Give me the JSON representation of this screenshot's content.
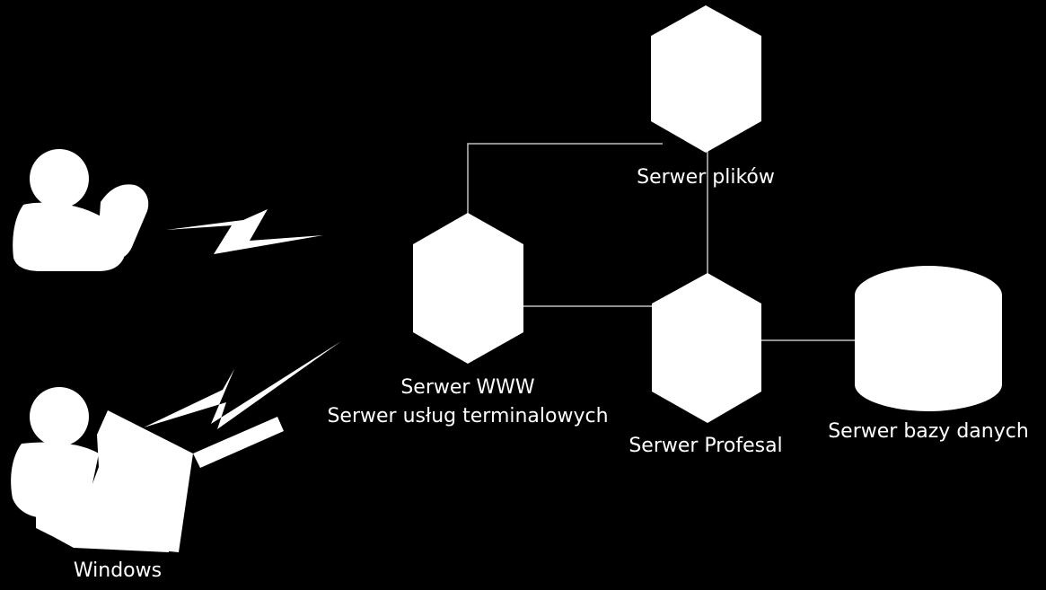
{
  "diagram": {
    "background": "#000000",
    "foreground": "#ffffff",
    "link_color": "#bfbfbf",
    "nodes": {
      "file_server": {
        "label": "Serwer plików",
        "shape": "hexagon"
      },
      "www_server": {
        "label_line1": "Serwer WWW",
        "label_line2": "Serwer usług terminalowych",
        "shape": "hexagon"
      },
      "profesal_server": {
        "label": "Serwer Profesal",
        "shape": "hexagon"
      },
      "db_server": {
        "label": "Serwer bazy danych",
        "shape": "cylinder"
      },
      "windows_client": {
        "label": "Windows",
        "shape": "user-with-laptop-icon"
      },
      "remote_client": {
        "shape": "user-icon"
      }
    },
    "connections": [
      {
        "from": "www_server",
        "to": "file_server",
        "style": "line"
      },
      {
        "from": "www_server",
        "to": "profesal_server",
        "style": "line"
      },
      {
        "from": "file_server",
        "to": "profesal_server",
        "style": "line"
      },
      {
        "from": "profesal_server",
        "to": "db_server",
        "style": "line"
      },
      {
        "from": "remote_client",
        "to": "www_server",
        "style": "lightning"
      },
      {
        "from": "windows_client",
        "to": "www_server",
        "style": "lightning"
      }
    ]
  }
}
